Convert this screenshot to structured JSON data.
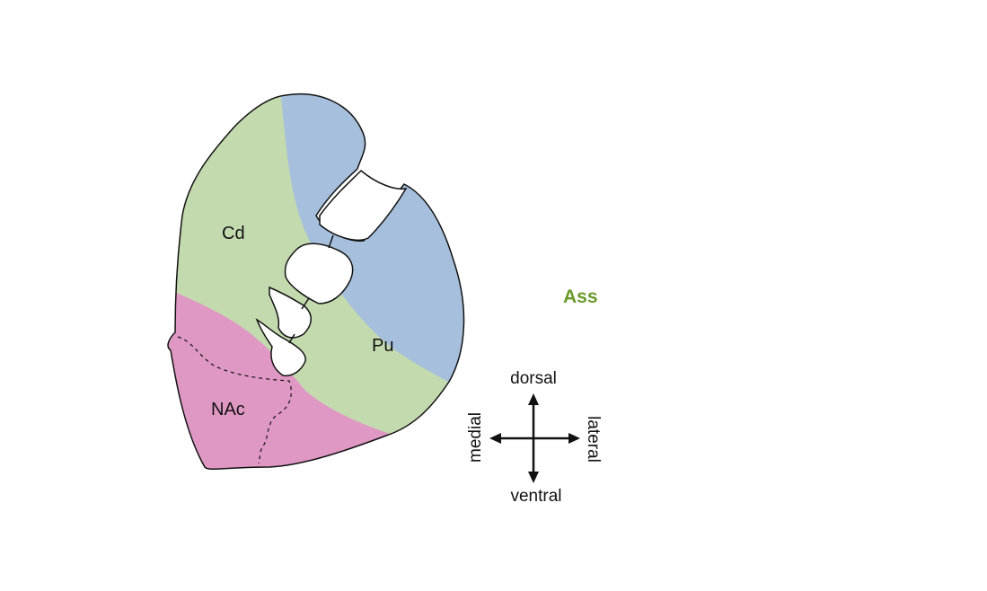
{
  "diagram": {
    "regions": {
      "caudate": "Cd",
      "putamen": "Pu",
      "accumbens": "NAc"
    },
    "partial_label": "Ass",
    "directions": {
      "up": "dorsal",
      "down": "ventral",
      "left": "medial",
      "right": "lateral"
    }
  },
  "colors": {
    "associative": "#c3d9ae",
    "sensorimotor": "#a6bfdd",
    "limbic": "#df98c3",
    "assoc_text": "#6a9a2a"
  }
}
